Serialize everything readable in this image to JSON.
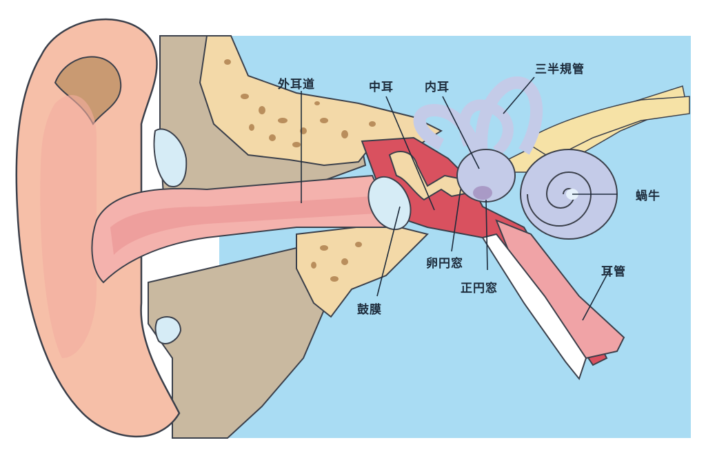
{
  "diagram": {
    "subject": "Ear anatomy cross-section",
    "colors": {
      "background_panel": "#a9dcf3",
      "skin": "#f6bfa8",
      "skin_dark": "#e8a58d",
      "cartilage_tan": "#c9b9a0",
      "bone": "#f3d9a8",
      "bone_spots": "#b98e5c",
      "canal_pink": "#f4b2ad",
      "middle_ear_red": "#d9515f",
      "middle_ear_dark": "#b8273e",
      "inner_ear": "#c4cbe8",
      "nerve": "#f6e2a6",
      "outline": "#3a3f4a",
      "label_text": "#1c2a3a"
    },
    "labels": {
      "external_canal": "外耳道",
      "middle_ear": "中耳",
      "inner_ear": "内耳",
      "semicircular_canals": "三半規管",
      "cochlea": "蝸牛",
      "eustachian_tube": "耳管",
      "oval_window": "卵円窓",
      "round_window": "正円窓",
      "eardrum": "鼓膜"
    }
  }
}
